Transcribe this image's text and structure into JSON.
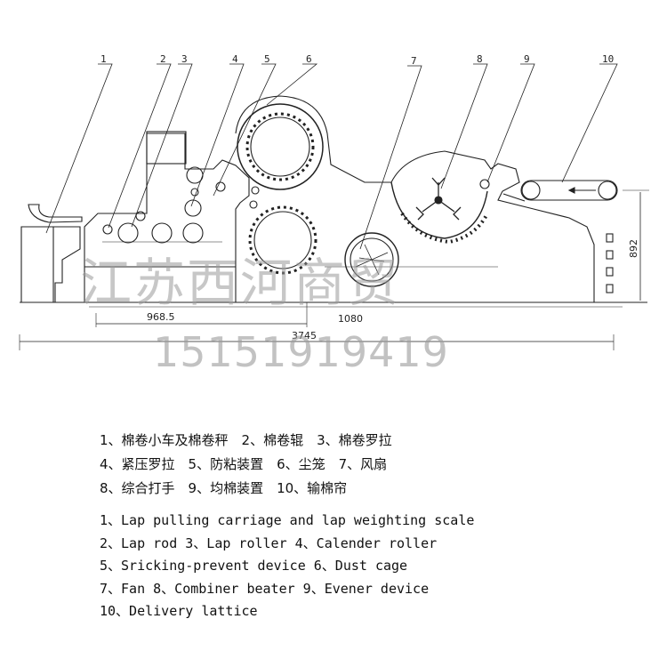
{
  "callouts": [
    "1",
    "2",
    "3",
    "4",
    "5",
    "6",
    "7",
    "8",
    "9",
    "10"
  ],
  "dimensions": {
    "d1": "968.5",
    "d2": "1080",
    "d3": "3745",
    "d4": "892"
  },
  "watermark": {
    "company": "江苏西河商贸",
    "phone": "15151919419"
  },
  "legend": {
    "cn": [
      "1、棉卷小车及棉卷秤　2、棉卷辊　3、棉卷罗拉",
      "4、紧压罗拉　5、防粘装置　6、尘笼　7、风扇",
      "8、综合打手　9、均棉装置　10、输棉帘"
    ],
    "en": [
      "1、Lap pulling carriage and lap weighting scale",
      "2、Lap rod    3、Lap roller    4、Calender roller",
      "5、Sricking-prevent device     6、Dust cage",
      "7、Fan    8、Combiner beater   9、Evener device",
      "10、Delivery lattice"
    ]
  }
}
